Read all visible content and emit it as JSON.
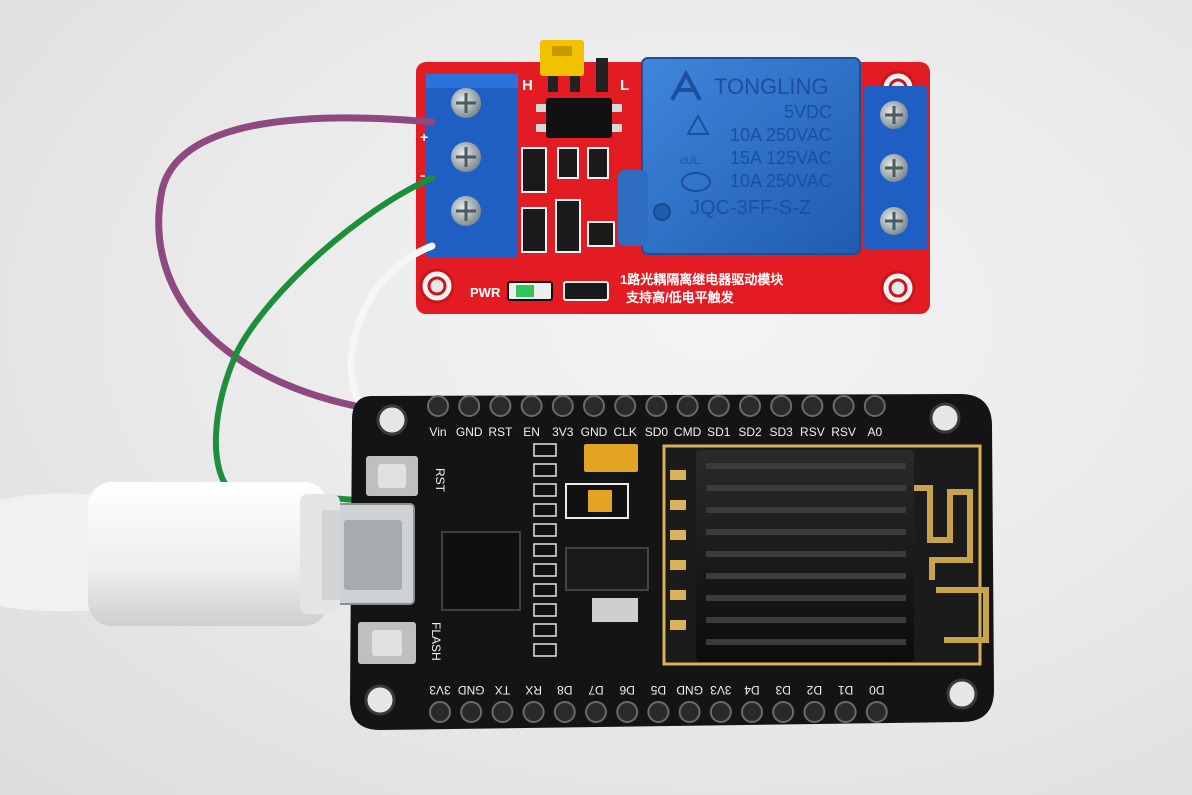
{
  "relay_module": {
    "brand": "TONGLING",
    "spec_lines": [
      "5VDC",
      "10A 250VAC",
      "15A 125VAC",
      "10A 250VAC"
    ],
    "model": "JQC-3FF-S-Z",
    "jumper_labels": [
      "H",
      "L"
    ],
    "pwr_label": "PWR",
    "chinese_line1": "1路光耦隔离继电器驱动模块",
    "chinese_line2": "支持高/低电平触发",
    "side_marks": [
      "+",
      "-"
    ]
  },
  "nodemcu_board": {
    "top_pins": [
      "Vin",
      "GND",
      "RST",
      "EN",
      "3V3",
      "GND",
      "CLK",
      "SD0",
      "CMD",
      "SD1",
      "SD2",
      "SD3",
      "RSV",
      "RSV",
      "A0"
    ],
    "bottom_pins": [
      "3V3",
      "GND",
      "TX",
      "RX",
      "D8",
      "D7",
      "D6",
      "D5",
      "GND",
      "3V3",
      "D4",
      "D3",
      "D2",
      "D1",
      "D0"
    ],
    "buttons": [
      "RST",
      "FLASH"
    ]
  },
  "colors": {
    "relay_pcb": "#e31b23",
    "relay_case": "#2b6fc7",
    "terminal": "#1f5fc4",
    "board": "#141414",
    "jumper": "#f2c200",
    "wire_purple": "#8e4a7e",
    "wire_green": "#1d8f3a",
    "wire_white": "#f6f6f6",
    "cable": "#f3f3f3"
  }
}
